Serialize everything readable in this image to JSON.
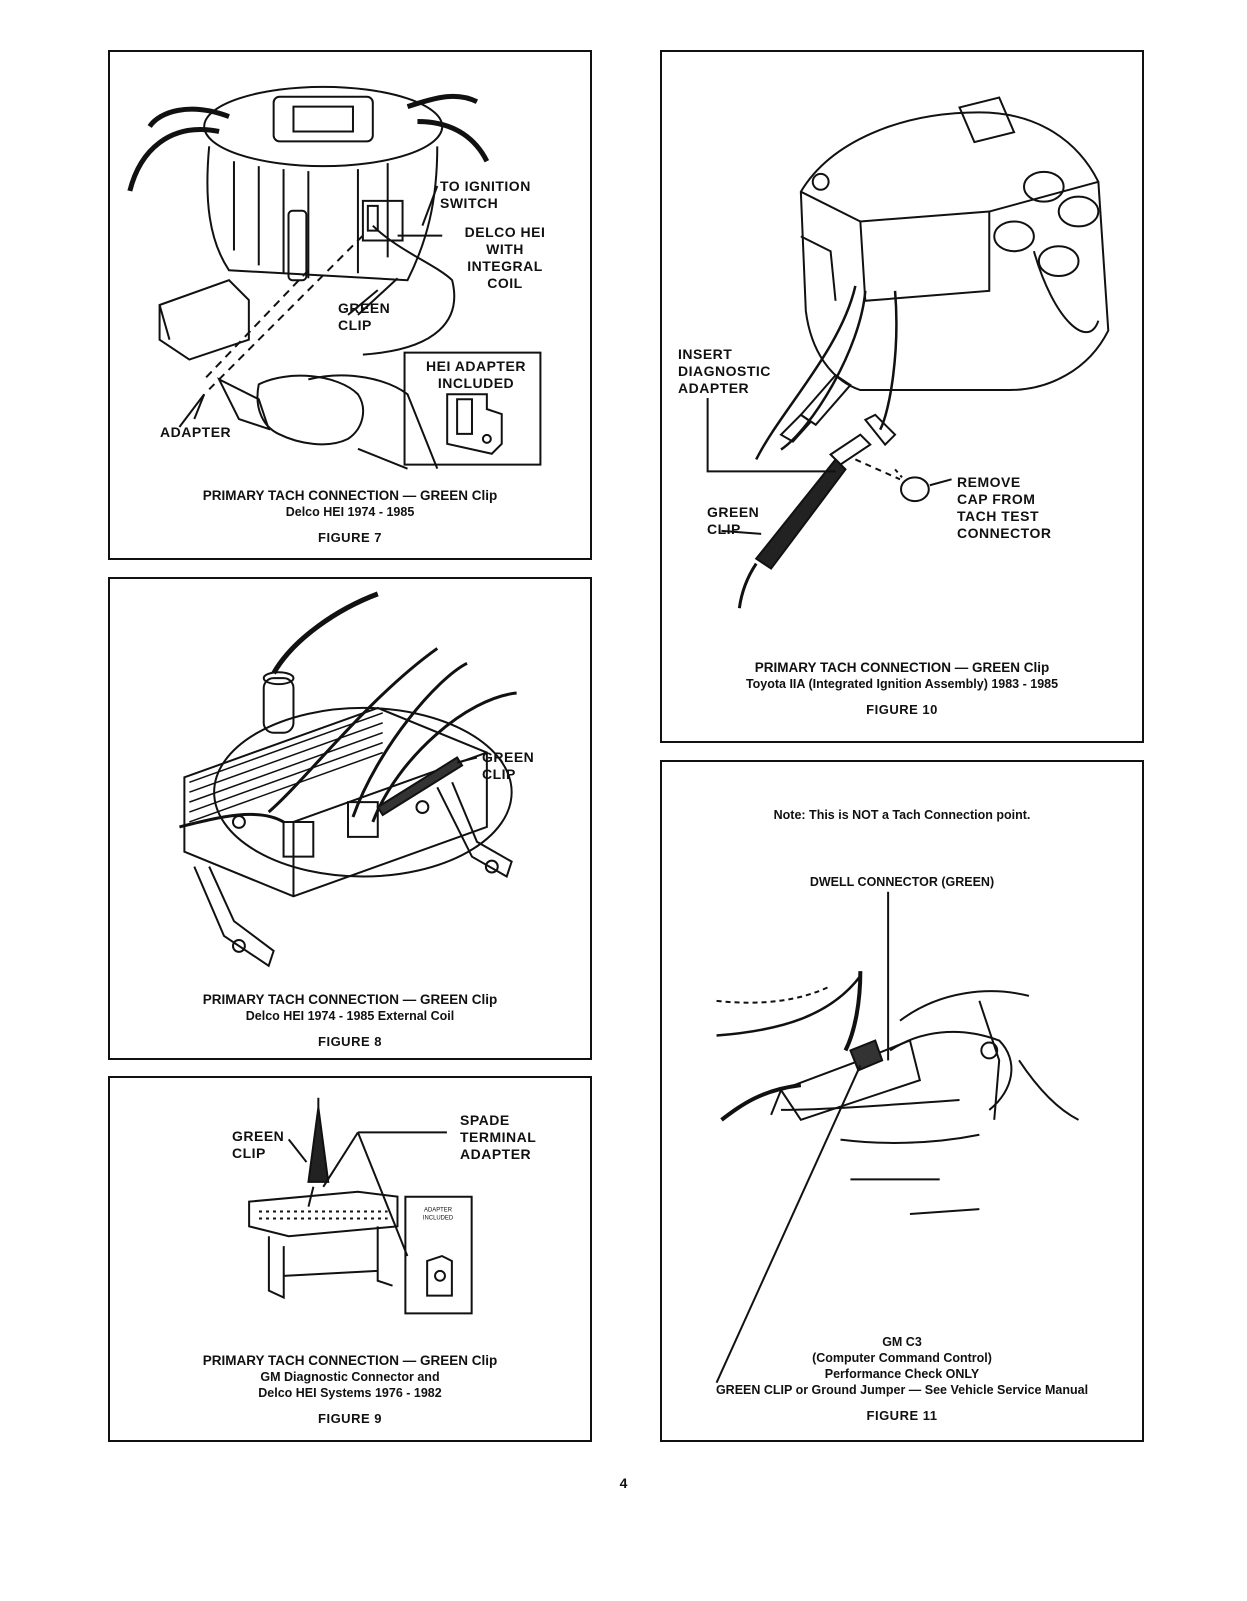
{
  "figure7": {
    "labels": {
      "to_ignition": [
        "TO IGNITION",
        "SWITCH"
      ],
      "delco": [
        "DELCO HEI",
        "WITH",
        "INTEGRAL",
        "COIL"
      ],
      "green_clip": [
        "GREEN",
        "CLIP"
      ],
      "hei_adapter": [
        "HEI ADAPTER",
        "INCLUDED"
      ],
      "adapter": "ADAPTER"
    },
    "caption": {
      "title": "PRIMARY TACH CONNECTION — GREEN Clip",
      "subtitle": "Delco HEI 1974 - 1985",
      "figure": "FIGURE 7"
    }
  },
  "figure8": {
    "labels": {
      "green_clip": [
        "GREEN",
        "CLIP"
      ]
    },
    "caption": {
      "title": "PRIMARY TACH CONNECTION — GREEN Clip",
      "subtitle": "Delco HEI 1974 - 1985 External Coil",
      "figure": "FIGURE 8"
    }
  },
  "figure9": {
    "labels": {
      "green_clip": [
        "GREEN",
        "CLIP"
      ],
      "spade": [
        "SPADE",
        "TERMINAL",
        "ADAPTER"
      ]
    },
    "caption": {
      "title": "PRIMARY TACH CONNECTION — GREEN Clip",
      "line2": "GM Diagnostic Connector and",
      "line3": "Delco HEI Systems 1976 - 1982",
      "figure": "FIGURE 9"
    }
  },
  "figure10": {
    "labels": {
      "insert": [
        "INSERT",
        "DIAGNOSTIC",
        "ADAPTER"
      ],
      "green_clip": [
        "GREEN",
        "CLIP"
      ],
      "remove": [
        "REMOVE",
        "CAP FROM",
        "TACH TEST",
        "CONNECTOR"
      ]
    },
    "caption": {
      "title": "PRIMARY TACH CONNECTION — GREEN Clip",
      "subtitle": "Toyota IIA (Integrated Ignition Assembly) 1983 - 1985",
      "figure": "FIGURE 10"
    }
  },
  "figure11": {
    "note": "Note: This is NOT a Tach Connection point.",
    "dwell": "DWELL CONNECTOR (GREEN)",
    "caption": {
      "l1": "GM C3",
      "l2": "(Computer Command Control)",
      "l3": "Performance Check ONLY",
      "l4": "GREEN CLIP or Ground Jumper — See Vehicle Service Manual",
      "figure": "FIGURE 11"
    }
  },
  "page_number": "4"
}
